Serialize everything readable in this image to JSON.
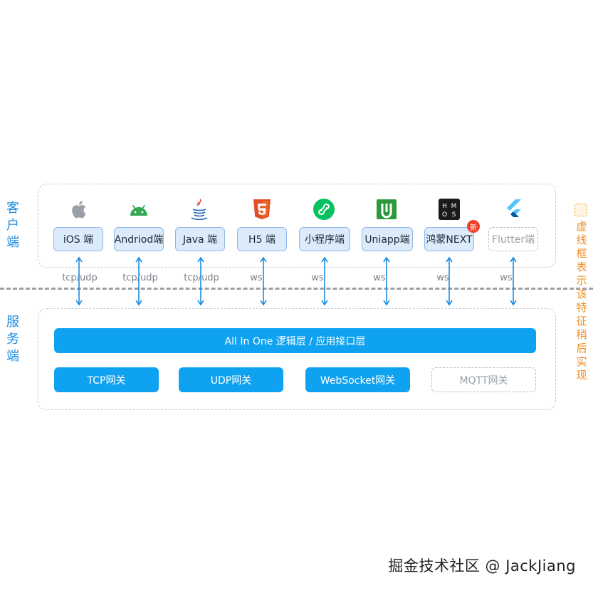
{
  "labels": {
    "client": "客户端",
    "server": "服务端"
  },
  "clients": [
    {
      "name": "iOS 端",
      "icon": "apple-icon",
      "protocol": "tcp/udp",
      "planned": false
    },
    {
      "name": "Andriod端",
      "icon": "android-icon",
      "protocol": "tcp/udp",
      "planned": false
    },
    {
      "name": "Java 端",
      "icon": "java-icon",
      "protocol": "tcp/udp",
      "planned": false
    },
    {
      "name": "H5 端",
      "icon": "html5-icon",
      "protocol": "ws",
      "planned": false
    },
    {
      "name": "小程序端",
      "icon": "mini-program-icon",
      "protocol": "ws",
      "planned": false
    },
    {
      "name": "Uniapp端",
      "icon": "uniapp-icon",
      "protocol": "ws",
      "planned": false
    },
    {
      "name": "鸿蒙NEXT",
      "icon": "hmos-icon",
      "protocol": "ws",
      "planned": false,
      "badge": "新"
    },
    {
      "name": "Flutter端",
      "icon": "flutter-icon",
      "protocol": "ws",
      "planned": true
    }
  ],
  "server": {
    "logic_layer": "All In One 逻辑层 / 应用接口层",
    "gateways": [
      {
        "name": "TCP网关",
        "planned": false
      },
      {
        "name": "UDP网关",
        "planned": false
      },
      {
        "name": "WebSocket网关",
        "planned": false
      },
      {
        "name": "MQTT网关",
        "planned": true
      }
    ]
  },
  "legend": "虚线框表示该特征稍后实现",
  "watermark": "掘金技术社区 @ JackJiang",
  "colors": {
    "primary": "#0fa2f0",
    "client_fill": "#dcebfb",
    "label": "#1d8ce0",
    "legend": "#f08a1c"
  }
}
